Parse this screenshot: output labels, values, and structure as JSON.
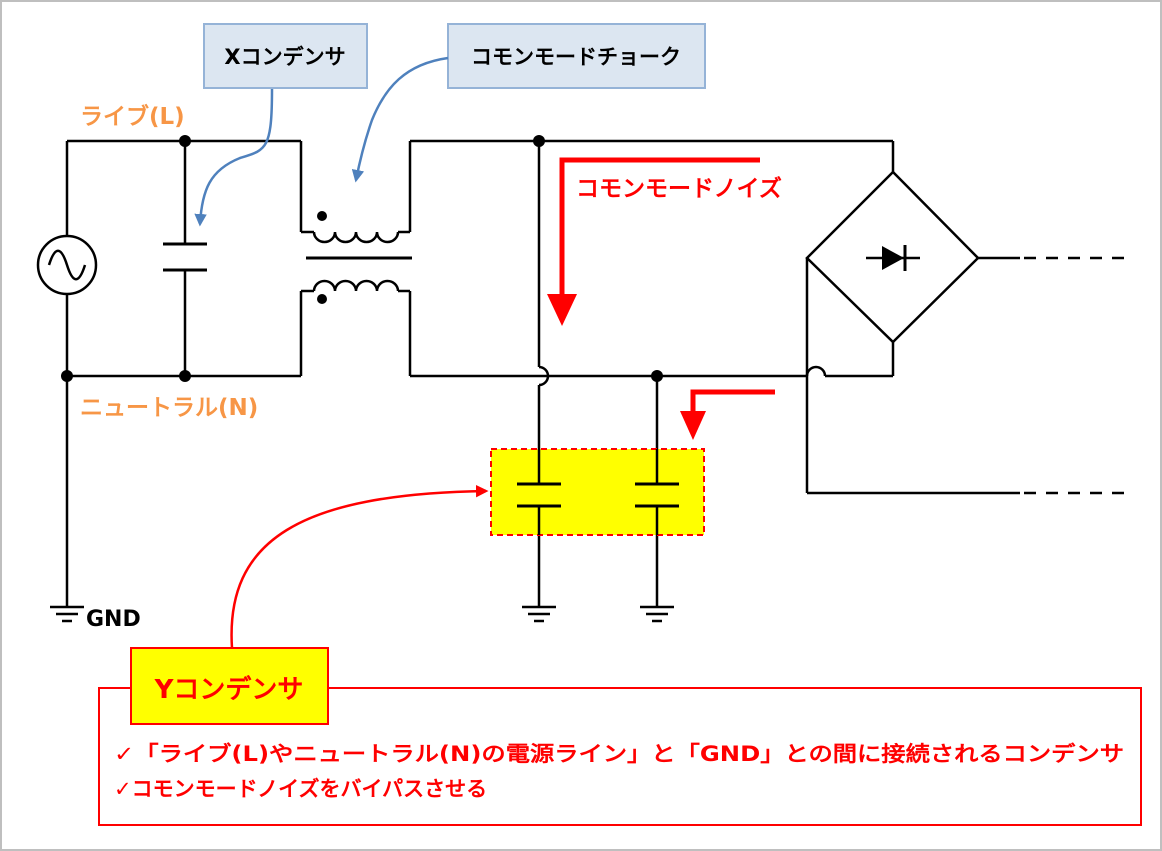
{
  "colors": {
    "wire": "#000000",
    "accent_red": "#ff0000",
    "label_orange": "#f79646",
    "callout_blue_fill": "#dce6f1",
    "callout_blue_border": "#95b3d7",
    "arrow_blue": "#4f81bd",
    "highlight_yellow": "#ffff00",
    "frame_gray": "#bfbfbf"
  },
  "labels": {
    "live": "ライブ(L)",
    "neutral": "ニュートラル(N)",
    "gnd": "GND",
    "common_mode_noise": "コモンモードノイズ"
  },
  "callouts": {
    "x_capacitor": "Xコンデンサ",
    "common_mode_choke": "コモンモードチョーク",
    "y_capacitor": "Yコンデンサ"
  },
  "notes": [
    "✓「ライブ(L)やニュートラル(N)の電源ライン」と「GND」との間に接続されるコンデンサ",
    "✓コモンモードノイズをバイパスさせる"
  ],
  "icons": {
    "ac_source": "ac-source-sine-icon",
    "diode": "diode-icon",
    "ground": "ground-icon"
  }
}
